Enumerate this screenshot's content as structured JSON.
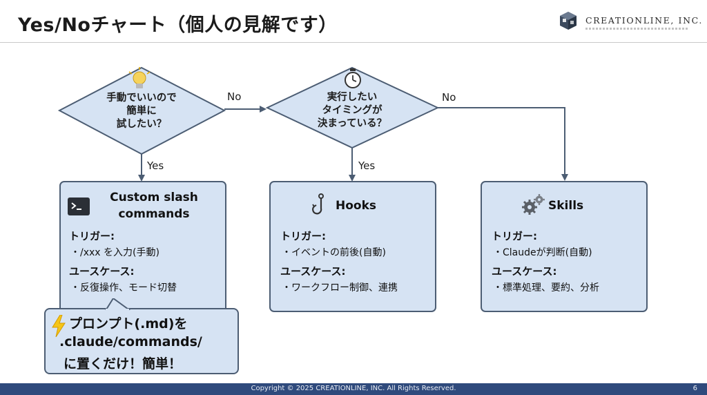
{
  "header": {
    "title": "Yes/Noチャート（個人の見解です）",
    "logo_text": "CREATIONLINE, INC."
  },
  "decisions": [
    {
      "lines": [
        "手動でいいので",
        "簡単に",
        "試したい？"
      ],
      "icon": "lightbulb-icon"
    },
    {
      "lines": [
        "実行したい",
        "タイミングが",
        "決まっている？"
      ],
      "icon": "stopwatch-icon"
    }
  ],
  "edge_labels": {
    "no1": "No",
    "no2": "No",
    "yes1": "Yes",
    "yes2": "Yes"
  },
  "results": [
    {
      "title_lines": [
        "Custom slash",
        "commands"
      ],
      "icon": "terminal-icon",
      "trigger_label": "トリガー:",
      "trigger": "・/xxx を入力(手動)",
      "usecase_label": "ユースケース:",
      "usecase": "・反復操作、モード切替"
    },
    {
      "title": "Hooks",
      "icon": "hook-icon",
      "trigger_label": "トリガー:",
      "trigger": "・イベントの前後(自動)",
      "usecase_label": "ユースケース:",
      "usecase": "・ワークフロー制御、連携"
    },
    {
      "title": "Skills",
      "icon": "gears-icon",
      "trigger_label": "トリガー:",
      "trigger": "・Claudeが判断(自動)",
      "usecase_label": "ユースケース:",
      "usecase": "・標準処理、要約、分析"
    }
  ],
  "callout": {
    "icon": "lightning-icon",
    "lines": [
      "プロンプト(.md)を",
      ".claude/commands/",
      "に置くだけ！簡単！"
    ]
  },
  "footer": {
    "copyright": "Copyright © 2025 CREATIONLINE, INC. All Rights Reserved.",
    "page": "6"
  },
  "colors": {
    "box_fill": "#d6e3f3",
    "box_border": "#4c5d73",
    "footer_bg": "#2f4a7c",
    "lightning": "#f5c518"
  }
}
